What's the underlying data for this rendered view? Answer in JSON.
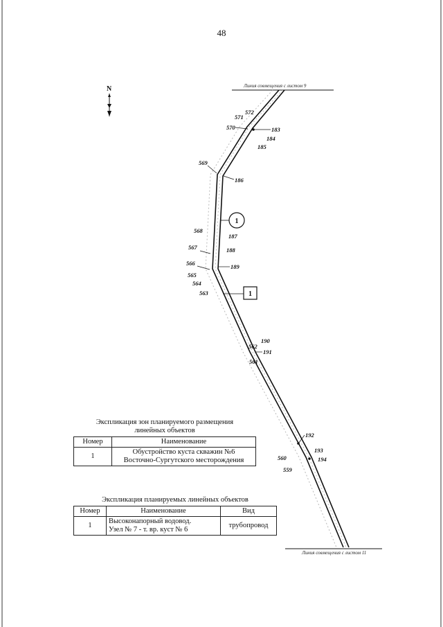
{
  "page_number": "48",
  "compass": {
    "label": "N",
    "icon": "north-arrow-icon"
  },
  "match_lines": {
    "top": "Линия совмещения с листом 9",
    "bottom": "Линия совмещения с листом 11"
  },
  "markers": {
    "zone": "1",
    "object": "1"
  },
  "left_points": [
    {
      "label": "572"
    },
    {
      "label": "571"
    },
    {
      "label": "570"
    },
    {
      "label": "569"
    },
    {
      "label": "568"
    },
    {
      "label": "567"
    },
    {
      "label": "566"
    },
    {
      "label": "565"
    },
    {
      "label": "564"
    },
    {
      "label": "563"
    },
    {
      "label": "562"
    },
    {
      "label": "561"
    },
    {
      "label": "560"
    },
    {
      "label": "559"
    }
  ],
  "right_points": [
    {
      "label": "183"
    },
    {
      "label": "184"
    },
    {
      "label": "185"
    },
    {
      "label": "186"
    },
    {
      "label": "187"
    },
    {
      "label": "188"
    },
    {
      "label": "189"
    },
    {
      "label": "190"
    },
    {
      "label": "191"
    },
    {
      "label": "192"
    },
    {
      "label": "193"
    },
    {
      "label": "194"
    }
  ],
  "zones_table": {
    "title_line1": "Экспликация зон планируемого размещения",
    "title_line2": "линейных объектов",
    "headers": [
      "Номер",
      "Наименование"
    ],
    "rows": [
      {
        "number": "1",
        "name_line1": "Обустройство куста скважин №6",
        "name_line2": "Восточно-Сургутского месторождения"
      }
    ]
  },
  "objects_table": {
    "title": "Экспликация планируемых линейных объектов",
    "headers": [
      "Номер",
      "Наименование",
      "Вид"
    ],
    "rows": [
      {
        "number": "1",
        "name_line1": "Высоконапорный водовод.",
        "name_line2": "Узел № 7 - т. вр. куст № 6",
        "type": "трубопровод"
      }
    ]
  }
}
